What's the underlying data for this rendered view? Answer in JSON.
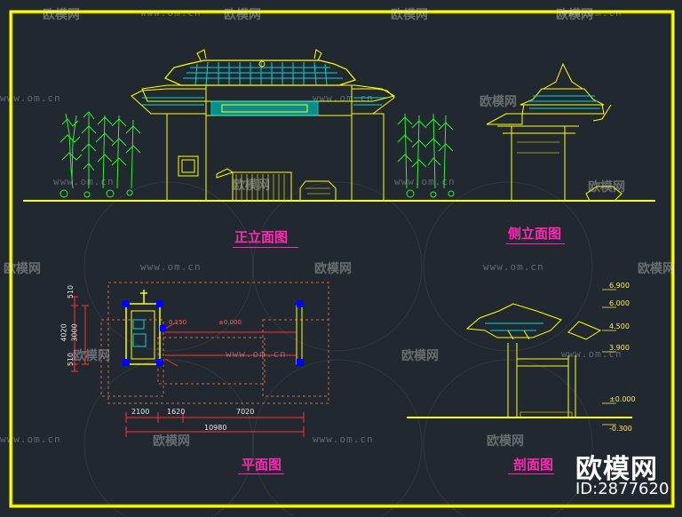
{
  "titles": {
    "front": "正立面图",
    "side": "侧立面图",
    "plan": "平面图",
    "section": "剖面图"
  },
  "plan_dims": {
    "d1": "2100",
    "d2": "1620",
    "d3": "7020",
    "total": "10980",
    "v1": "510",
    "v2": "4020",
    "v3": "3000",
    "v4": "510",
    "elev_a": "±0.000",
    "elev_b": "0.150"
  },
  "section_levels": [
    "6.900",
    "6.000",
    "4.500",
    "3.900",
    "±0.000",
    "-0.300"
  ],
  "watermark": {
    "brand": "欧模网",
    "url": "www.om.cn",
    "id": "ID:2877620"
  },
  "colors": {
    "background": "#212830",
    "frame": "#ffff00",
    "title": "#ff2ab4",
    "roof": "#00d8d8",
    "tree": "#33ee33"
  }
}
